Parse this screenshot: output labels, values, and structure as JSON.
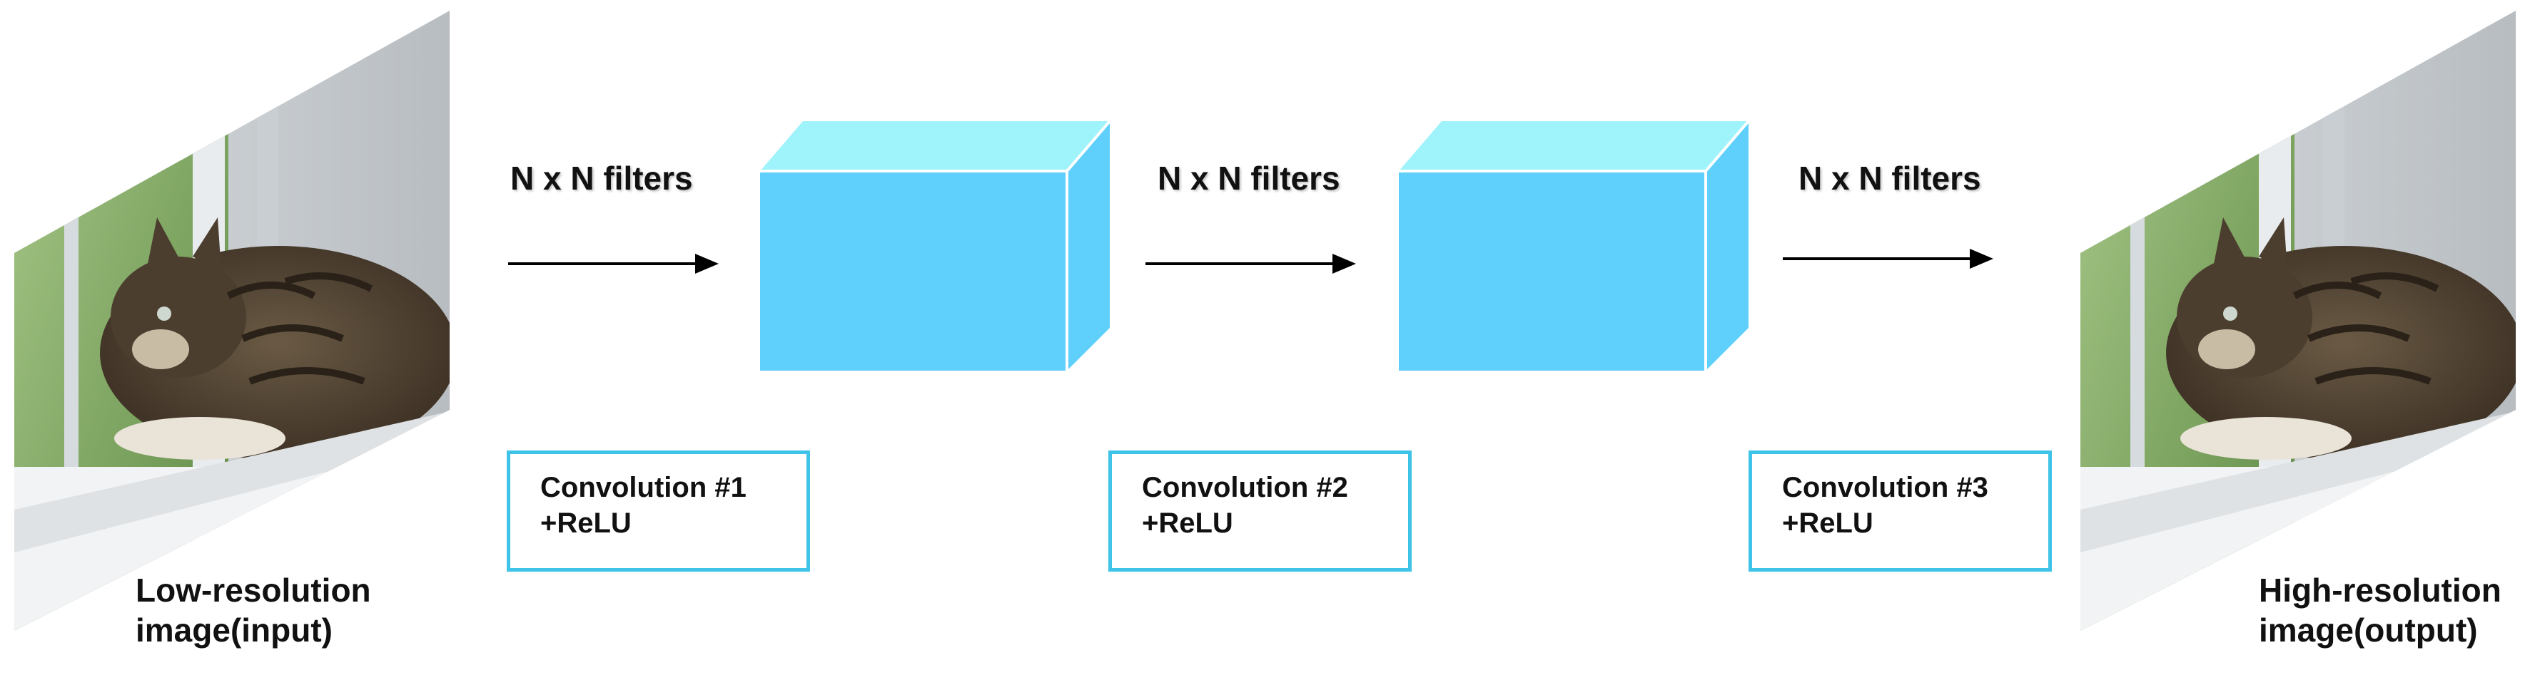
{
  "input": {
    "caption_line1": "Low-resolution",
    "caption_line2": "image(input)"
  },
  "output": {
    "caption_line1": "High-resolution",
    "caption_line2": "image(output)"
  },
  "stages": [
    {
      "filter_label": "N x N filters",
      "conv_line1": "Convolution #1",
      "conv_line2": "+ReLU"
    },
    {
      "filter_label": "N x N filters",
      "conv_line1": "Convolution #2",
      "conv_line2": "+ReLU"
    },
    {
      "filter_label": "N x N filters",
      "conv_line1": "Convolution #3",
      "conv_line2": "+ReLU"
    }
  ],
  "colors": {
    "cube_front": "#5fcffb",
    "cube_top": "#9ff3fb",
    "cube_side": "#5fcffb",
    "box_border": "#3fc3e8",
    "arrow": "#000000"
  }
}
